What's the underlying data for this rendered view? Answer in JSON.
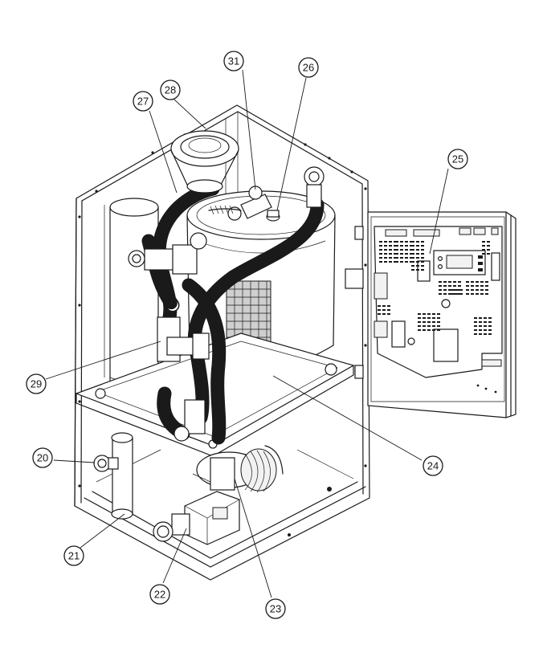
{
  "callouts": [
    {
      "id": "20",
      "label": "20"
    },
    {
      "id": "21",
      "label": "21"
    },
    {
      "id": "22",
      "label": "22"
    },
    {
      "id": "23",
      "label": "23"
    },
    {
      "id": "24",
      "label": "24"
    },
    {
      "id": "25",
      "label": "25"
    },
    {
      "id": "26",
      "label": "26"
    },
    {
      "id": "27",
      "label": "27"
    },
    {
      "id": "28",
      "label": "28"
    },
    {
      "id": "29",
      "label": "29"
    },
    {
      "id": "31",
      "label": "31"
    }
  ]
}
